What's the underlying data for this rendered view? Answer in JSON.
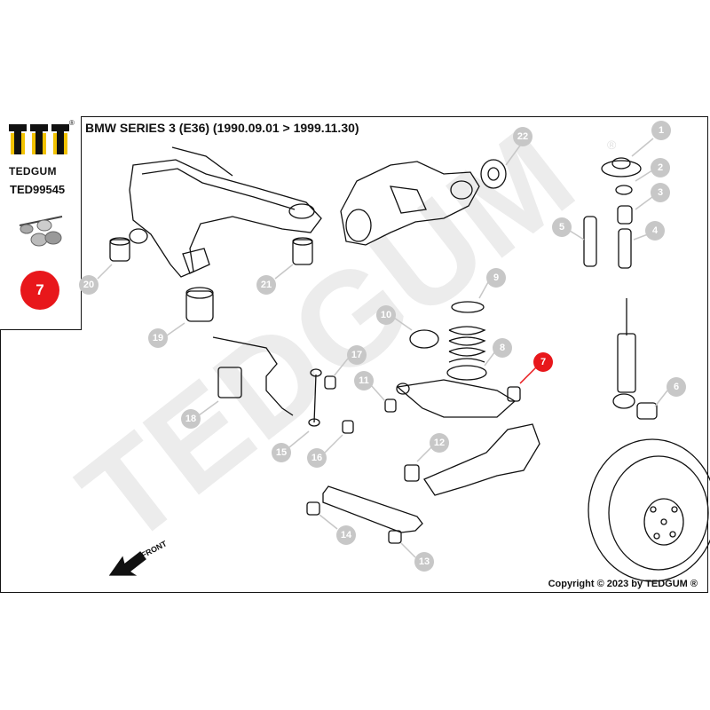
{
  "header": {
    "title": "BMW SERIES 3 (E36)  (1990.09.01 > 1999.11.30)",
    "registered": "®"
  },
  "sidepanel": {
    "brand": "TEDGUM",
    "part_number": "TED99545",
    "highlight_number": "7"
  },
  "watermark": {
    "text": "TEDGUM",
    "registered": "®"
  },
  "front_label": "FRONT",
  "copyright": "Copyright © 2023 by TEDGUM ®",
  "callouts": [
    {
      "num": "1",
      "highlight": false
    },
    {
      "num": "2",
      "highlight": false
    },
    {
      "num": "3",
      "highlight": false
    },
    {
      "num": "4",
      "highlight": false
    },
    {
      "num": "5",
      "highlight": false
    },
    {
      "num": "6",
      "highlight": false
    },
    {
      "num": "7",
      "highlight": true
    },
    {
      "num": "8",
      "highlight": false
    },
    {
      "num": "9",
      "highlight": false
    },
    {
      "num": "10",
      "highlight": false
    },
    {
      "num": "11",
      "highlight": false
    },
    {
      "num": "12",
      "highlight": false
    },
    {
      "num": "13",
      "highlight": false
    },
    {
      "num": "14",
      "highlight": false
    },
    {
      "num": "15",
      "highlight": false
    },
    {
      "num": "16",
      "highlight": false
    },
    {
      "num": "17",
      "highlight": false
    },
    {
      "num": "18",
      "highlight": false
    },
    {
      "num": "19",
      "highlight": false
    },
    {
      "num": "20",
      "highlight": false
    },
    {
      "num": "21",
      "highlight": false
    },
    {
      "num": "22",
      "highlight": false
    }
  ],
  "colors": {
    "highlight": "#e8171b",
    "callout": "#c7c7c7",
    "logo_gold": "#f2c200",
    "line": "#111111"
  }
}
